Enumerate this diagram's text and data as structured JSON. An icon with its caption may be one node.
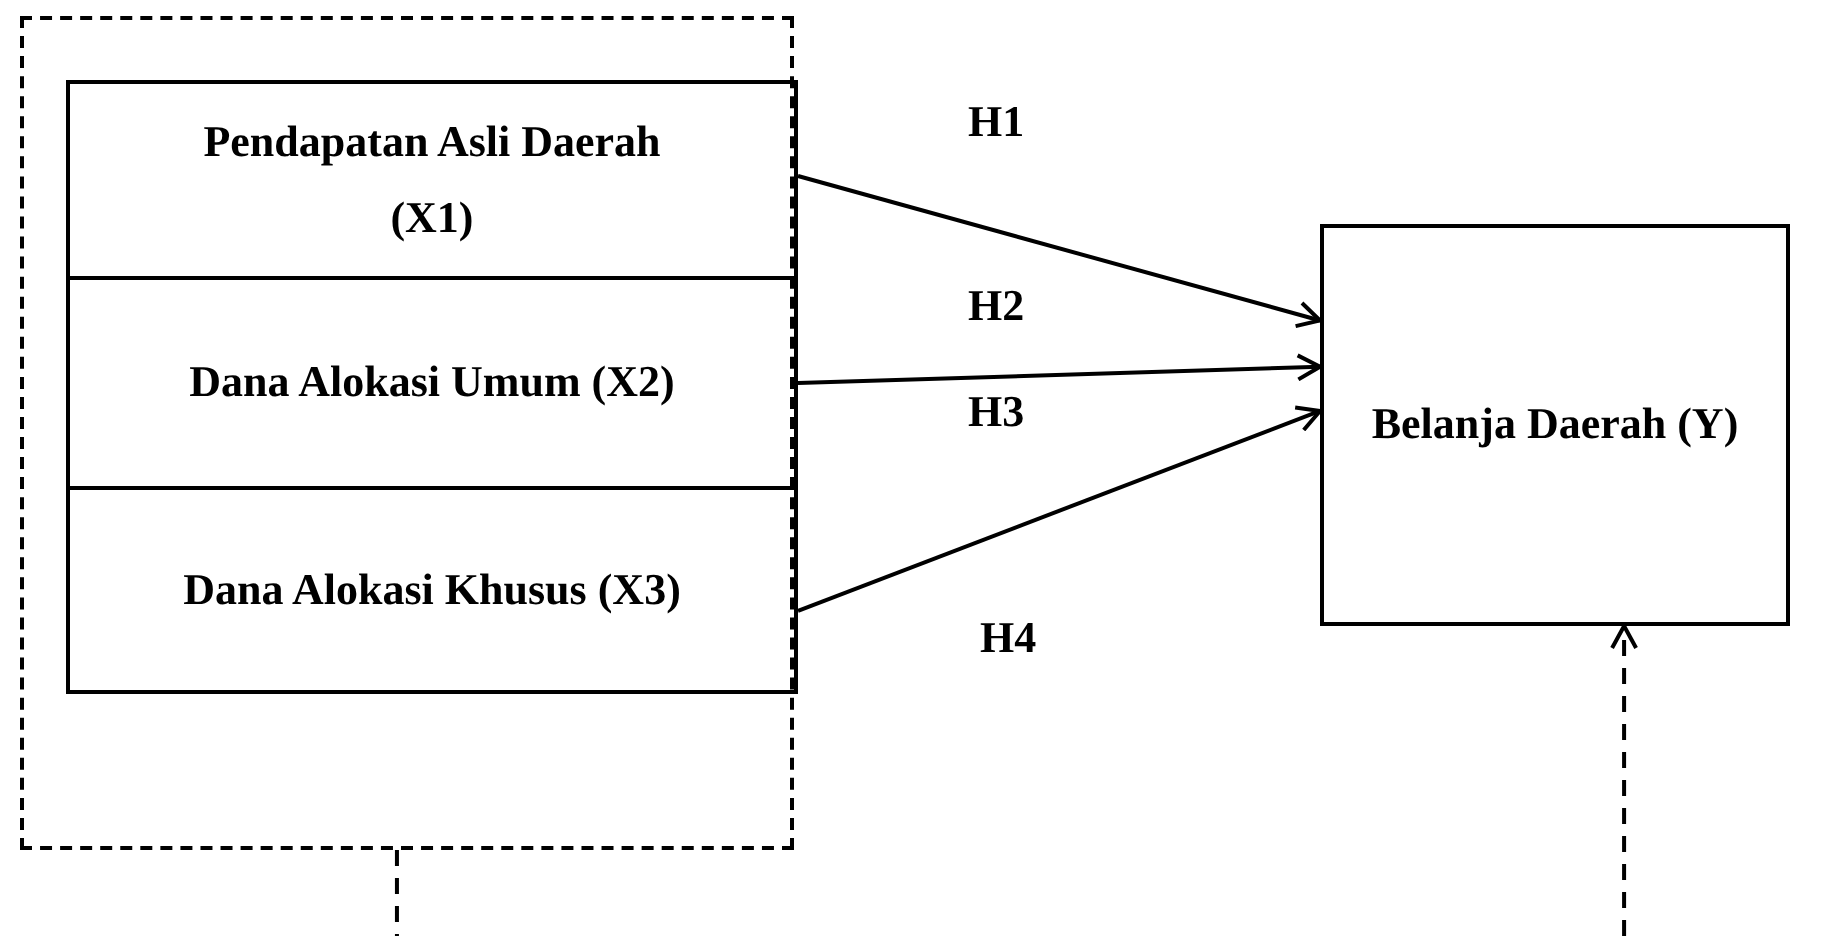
{
  "diagram": {
    "nodes": [
      {
        "text": [],
        "shape": "box"
      },
      {
        "text": [
          "Pendapatan Asli Daerah (X1)"
        ],
        "in": 0
      },
      {
        "text": [
          "Dana Alokasi Umum (X2)"
        ],
        "in": 0
      },
      {
        "text": [
          "Dana Alokasi Khusus (X3)"
        ],
        "in": 0
      },
      {
        "text": [
          "Belanja Daerah (Y)"
        ]
      }
    ],
    "edges": [
      {
        "from": 1,
        "to": 4,
        "arrow": "to"
      },
      {
        "from": 2,
        "to": 4,
        "arrow": "to"
      },
      {
        "from": 3,
        "to": 4,
        "arrow": "to"
      },
      {
        "from": 0,
        "to": null,
        "arrow": "none",
        "style": "dashed"
      },
      {
        "from": null,
        "to": 4,
        "arrow": "to",
        "style": "dashed"
      }
    ],
    "labels": [
      "H1",
      "H2",
      "H3",
      "H4"
    ]
  }
}
